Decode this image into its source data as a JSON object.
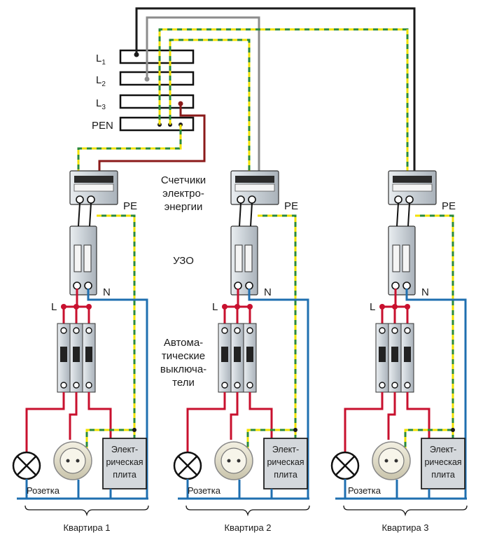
{
  "bus": {
    "labels": [
      {
        "main": "L",
        "sub": "1"
      },
      {
        "main": "L",
        "sub": "2"
      },
      {
        "main": "L",
        "sub": "3"
      },
      {
        "main": "PEN",
        "sub": ""
      }
    ]
  },
  "center_labels": {
    "meters": [
      "Счетчики",
      "электро-",
      "энергии"
    ],
    "rcd": "УЗО",
    "breakers": [
      "Автома-",
      "тические",
      "выключа-",
      "тели"
    ]
  },
  "apartment_labels": {
    "pe": "PE",
    "n": "N",
    "l": "L",
    "socket": "Розетка",
    "stove": [
      "Элект-",
      "рическая",
      "плита"
    ]
  },
  "apartments": [
    {
      "name": "Квартира 1"
    },
    {
      "name": "Квартира 2"
    },
    {
      "name": "Квартира 3"
    }
  ],
  "colors": {
    "phase": "#c8102e",
    "neutral": "#1f6fb0",
    "pe_green": "#2a8a3a",
    "pe_yellow": "#f2e100",
    "l1": "#1a1a1a",
    "l2": "#8c8c8c",
    "l3": "#8b1a1a",
    "device": "#c9d0d6"
  }
}
